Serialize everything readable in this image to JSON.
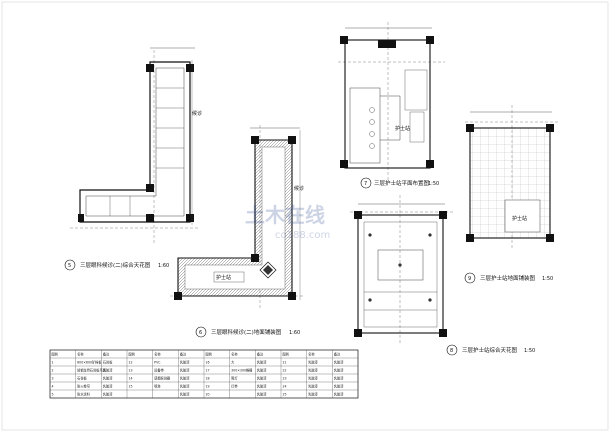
{
  "views": {
    "l_ceiling": {
      "number": "5",
      "title": "三层眼科候诊(二)综合天花图",
      "scale": "1:60",
      "label_mid": "候诊"
    },
    "l_floor": {
      "number": "6",
      "title": "三层眼科候诊(二)地面铺装图",
      "scale": "1:60",
      "label_mid": "候诊",
      "label_bottom": "护士站"
    },
    "nurse_layout": {
      "number": "7",
      "title": "三层护士站平面布置图",
      "scale": "1:50",
      "label_station": "护士站"
    },
    "nurse_floor": {
      "number": "9",
      "title": "三层护士站地面铺装图",
      "scale": "1:50",
      "label_station": "护士站"
    },
    "nurse_ceiling": {
      "number": "8",
      "title": "三层护士站综合天花图",
      "scale": "1:50"
    }
  },
  "watermark": {
    "text": "土木在线",
    "sub": "co188.com"
  },
  "legend": {
    "headers": [
      "图例",
      "名称",
      "备注",
      "图例",
      "名称",
      "备注",
      "图例",
      "名称",
      "备注",
      "图例",
      "名称",
      "备注"
    ],
    "rows": [
      [
        "1",
        "600×600矿棉板",
        "石膏板",
        "12",
        "PVC",
        "乳胶漆",
        "16",
        "大",
        "乳胶漆",
        "21",
        "乳胶漆",
        "乳胶漆"
      ],
      [
        "2",
        "轻钢龙骨石膏板吊顶",
        "乳胶漆",
        "13",
        "设备带",
        "乳胶漆",
        "17",
        "300×300格栅",
        "乳胶漆",
        "22",
        "乳胶漆",
        "乳胶漆"
      ],
      [
        "3",
        "石膏板",
        "乳胶漆",
        "14",
        "感烟探测器",
        "乳胶漆",
        "18",
        "筒灯",
        "乳胶漆",
        "23",
        "乳胶漆",
        "乳胶漆"
      ],
      [
        "4",
        "防火卷帘",
        "乳胶漆",
        "15",
        "喷淋",
        "乳胶漆",
        "19",
        "灯带",
        "乳胶漆",
        "24",
        "乳胶漆",
        "乳胶漆"
      ],
      [
        "5",
        "防水涂料",
        "乳胶漆",
        "",
        "",
        "乳胶漆",
        "20",
        "",
        "乳胶漆",
        "25",
        "乳胶漆",
        "乳胶漆"
      ]
    ]
  }
}
